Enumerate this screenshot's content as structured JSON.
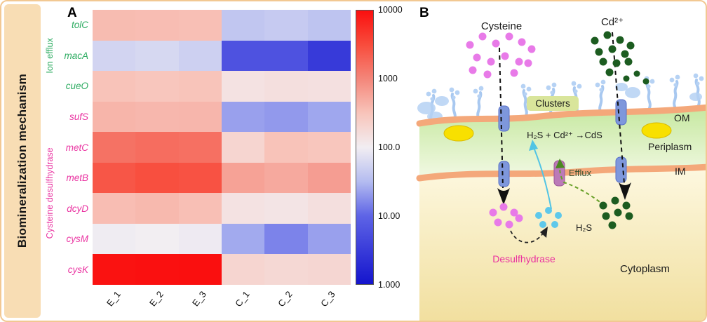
{
  "figure": {
    "side_label": "Biomineralization mechanism",
    "panel_a_label": "A",
    "panel_b_label": "B"
  },
  "chart_data": {
    "type": "heatmap",
    "title": "",
    "scale": "log10",
    "value_domain": [
      1,
      10000
    ],
    "columns": [
      "E_1",
      "E_2",
      "E_3",
      "C_1",
      "C_2",
      "C_3"
    ],
    "rows": [
      {
        "gene": "tolC",
        "values": [
          370,
          360,
          345,
          40,
          44,
          38
        ]
      },
      {
        "gene": "macA",
        "values": [
          55,
          60,
          50,
          6,
          6,
          3
        ]
      },
      {
        "gene": "cueO",
        "values": [
          320,
          300,
          315,
          140,
          150,
          145
        ]
      },
      {
        "gene": "sufS",
        "values": [
          420,
          400,
          410,
          22,
          20,
          24
        ]
      },
      {
        "gene": "metC",
        "values": [
          1500,
          1650,
          1550,
          200,
          320,
          300
        ]
      },
      {
        "gene": "metB",
        "values": [
          2600,
          3000,
          2800,
          600,
          520,
          650
        ]
      },
      {
        "gene": "dcyD",
        "values": [
          360,
          390,
          345,
          140,
          130,
          150
        ]
      },
      {
        "gene": "cysM",
        "values": [
          95,
          100,
          92,
          25,
          15,
          22
        ]
      },
      {
        "gene": "cysK",
        "values": [
          9500,
          9800,
          10000,
          200,
          185,
          195
        ]
      }
    ],
    "row_groups": [
      {
        "label": "Ion efflux",
        "color": "#2eac62",
        "row_count": 3
      },
      {
        "label": "Cysteine desulfhydrase",
        "color": "#ea35a2",
        "row_count": 6
      }
    ],
    "colorbar_ticks": [
      "10000",
      "1000",
      "100.0",
      "10.00",
      "1.000"
    ],
    "colormap_stops": [
      {
        "log": 0,
        "rgb": [
          20,
          20,
          205
        ]
      },
      {
        "log": 1,
        "rgb": [
          94,
          100,
          230
        ]
      },
      {
        "log": 1.5,
        "rgb": [
          180,
          188,
          240
        ]
      },
      {
        "log": 2,
        "rgb": [
          242,
          238,
          242
        ]
      },
      {
        "log": 2.5,
        "rgb": [
          248,
          196,
          186
        ]
      },
      {
        "log": 3,
        "rgb": [
          244,
          134,
          122
        ]
      },
      {
        "log": 3.5,
        "rgb": [
          248,
          76,
          60
        ]
      },
      {
        "log": 4,
        "rgb": [
          250,
          15,
          15
        ]
      }
    ]
  },
  "diagram": {
    "labels": {
      "cysteine": "Cysteine",
      "cd": "Cd²⁺",
      "clusters": "Clusters",
      "om": "OM",
      "reaction": "H₂S + Cd²⁺ →CdS",
      "periplasm": "Periplasm",
      "efflux": "Efflux",
      "im": "IM",
      "h2s": "H₂S",
      "desulfhydrase": "Desulfhydrase",
      "cytoplasm": "Cytoplasm"
    },
    "colors": {
      "membrane_orange": "#f4a87a",
      "periplasm_green": "#c6e8a0",
      "cytoplasm_cream": "#f1df9e",
      "channel_blue": "#7e97dc",
      "efflux_channel_purple": "#bb7ab8",
      "cysteine_dot_pink": "#e87ae8",
      "cadmium_dot_green": "#1c5c20",
      "h2s_dot_cyan": "#5ec8ea",
      "enzyme_yellow": "#f8e000",
      "desulfhydrase_text": "#ea30a0",
      "glycan_blue": "#aecdf2",
      "side_strip_tan": "#f8ddb4"
    }
  }
}
